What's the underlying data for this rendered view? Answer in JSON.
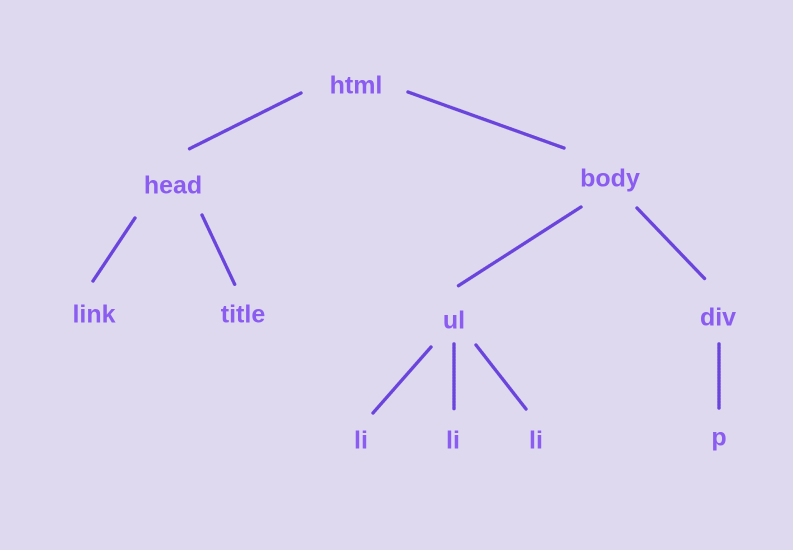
{
  "diagram": {
    "background": "#dfd9ef",
    "node_color": "#8a5cf0",
    "edge_color": "#6a45dc",
    "nodes": {
      "html": "html",
      "head": "head",
      "body": "body",
      "link": "link",
      "title": "title",
      "ul": "ul",
      "div": "div",
      "li_1": "li",
      "li_2": "li",
      "li_3": "li",
      "p": "p"
    },
    "edges": [
      [
        "html",
        "head"
      ],
      [
        "html",
        "body"
      ],
      [
        "head",
        "link"
      ],
      [
        "head",
        "title"
      ],
      [
        "body",
        "ul"
      ],
      [
        "body",
        "div"
      ],
      [
        "ul",
        "li_1"
      ],
      [
        "ul",
        "li_2"
      ],
      [
        "ul",
        "li_3"
      ],
      [
        "div",
        "p"
      ]
    ]
  }
}
